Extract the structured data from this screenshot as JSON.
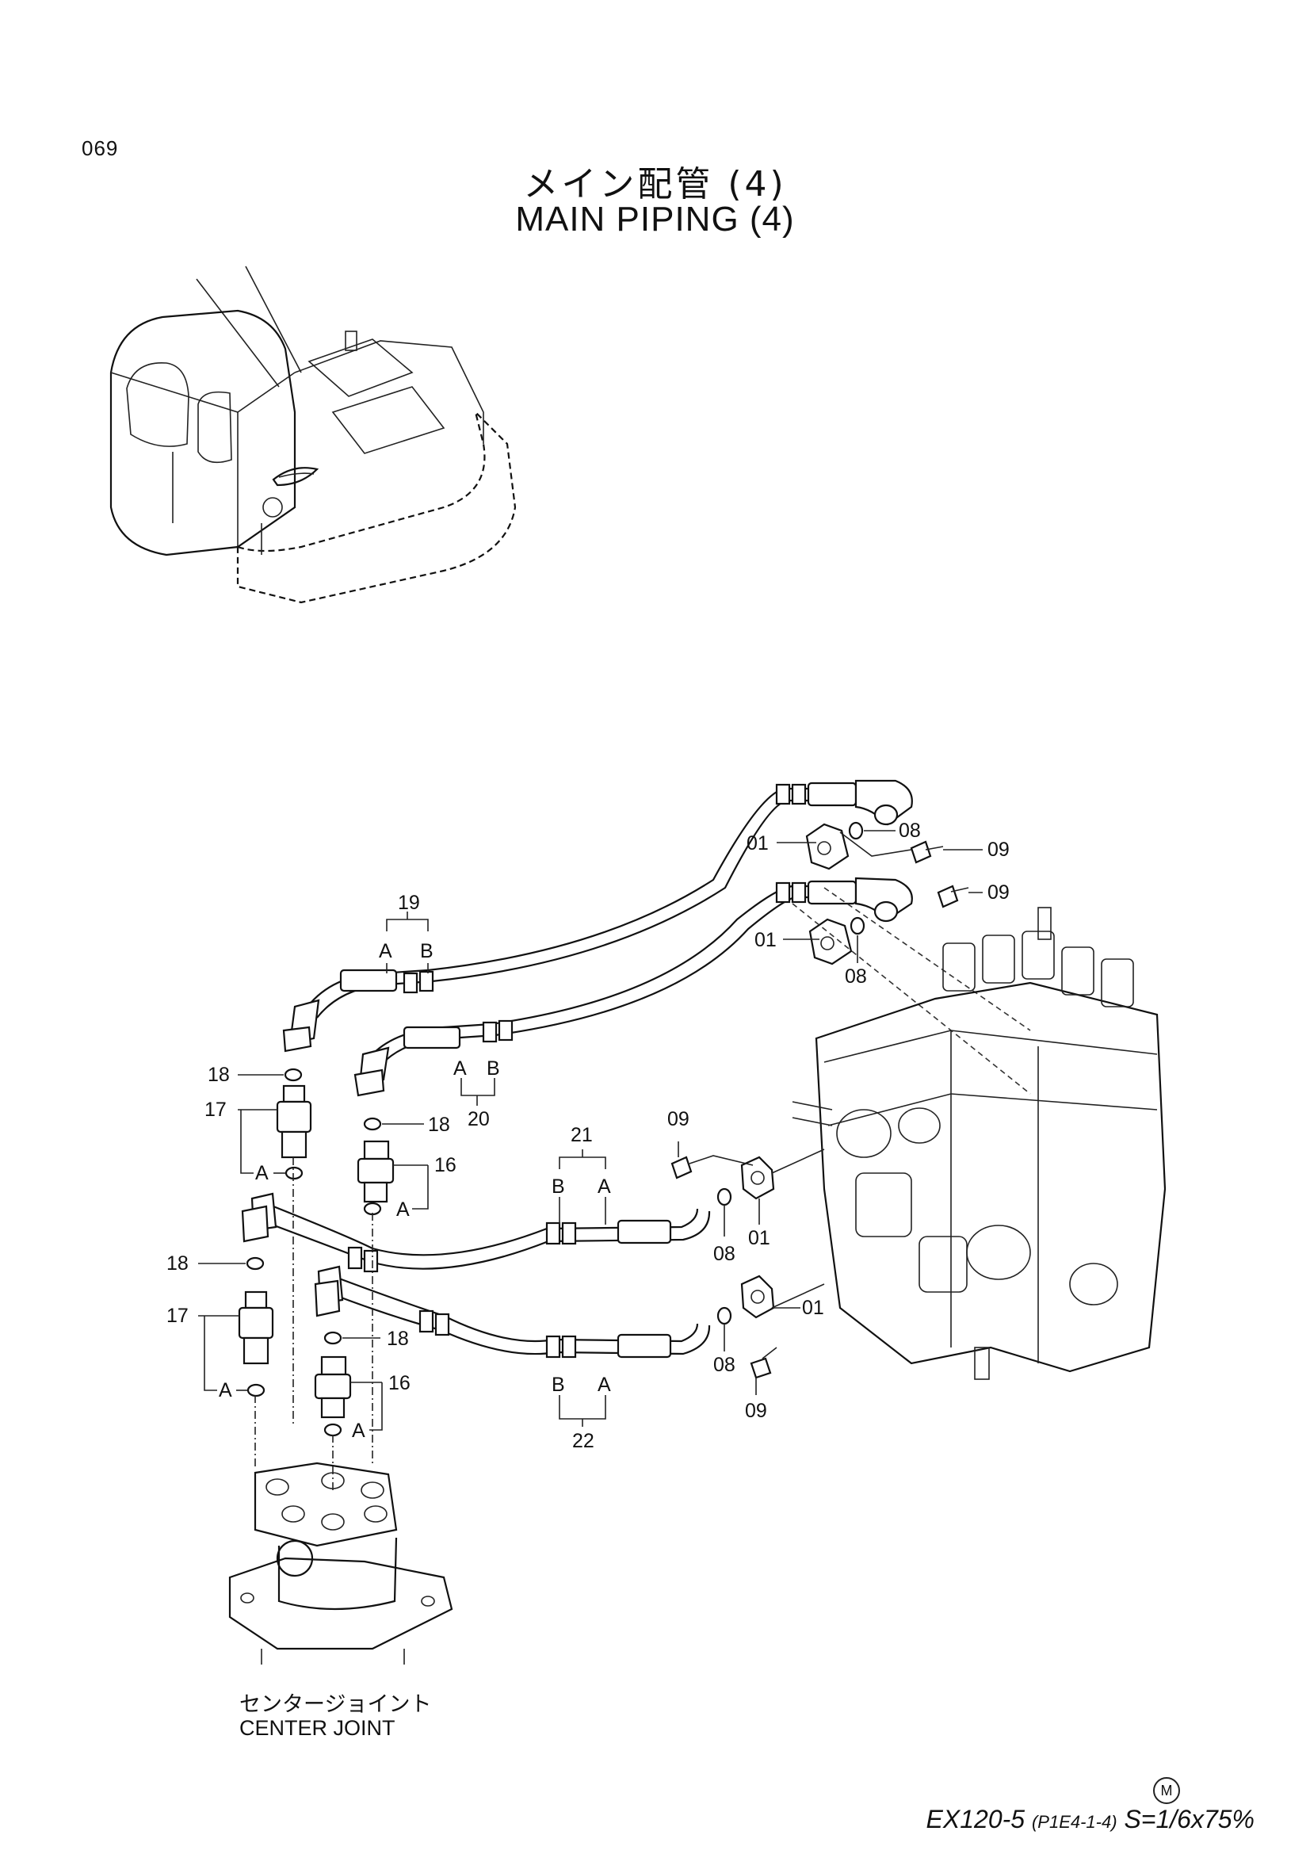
{
  "page_number": "069",
  "title": {
    "japanese": "メイン配管  (4)",
    "english": "MAIN  PIPING (4)"
  },
  "callouts": {
    "c19": "19",
    "c20": "20",
    "c21": "21",
    "c22": "22",
    "c16": "16",
    "c17": "17",
    "c18": "18",
    "c01": "01",
    "c08": "08",
    "c09": "09",
    "a": "A",
    "b": "B"
  },
  "center_joint": {
    "japanese": "センタージョイント",
    "english": "CENTER JOINT"
  },
  "footer": {
    "mark": "M",
    "model": "EX120-5",
    "code": "(P1E4-1-4)",
    "scale": "S=1/6x75%"
  }
}
